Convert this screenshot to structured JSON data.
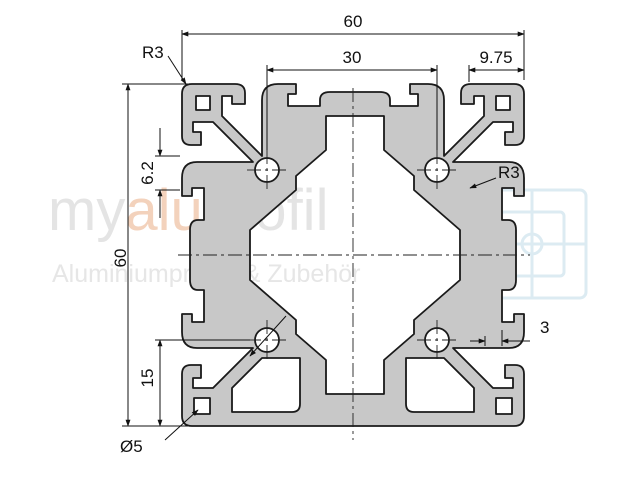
{
  "watermark": {
    "brand_prefix": "my",
    "brand_accent": "alu",
    "brand_suffix": "profil",
    "tagline": "Aluminiumprofile & Zubehör",
    "accent_color": "#f3d2bc",
    "text_color": "#e4e4e4",
    "logo_icon": "profile-grid-icon"
  },
  "dimensions": {
    "overall_width": "60",
    "slot_spacing": "30",
    "edge_offset": "9.75",
    "corner_radius_outer": "R3",
    "corner_radius_inner": "R3",
    "slot_opening": "6.2",
    "overall_height": "60",
    "hole_offset": "15",
    "wall_thickness": "3",
    "hole_diameter": "Ø5"
  },
  "colors": {
    "profile_fill": "#c8c8c8",
    "profile_stroke": "#1a1a1a",
    "dimension_line": "#111111"
  }
}
